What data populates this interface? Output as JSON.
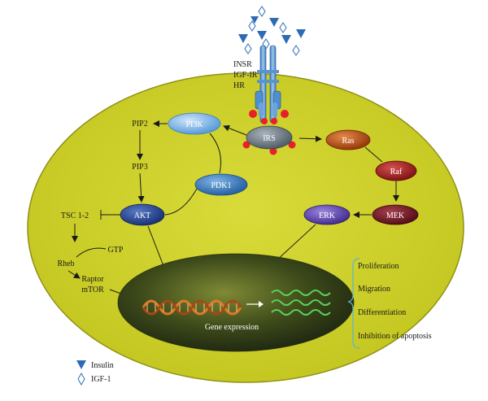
{
  "receptor": {
    "labels": [
      "INSR",
      "IGF-IR",
      "HR"
    ]
  },
  "nodes": {
    "pi3k": "PI3K",
    "irs": "IRS",
    "pdk1": "PDK1",
    "akt": "AKT",
    "ras": "Ras",
    "raf": "Raf",
    "mek": "MEK",
    "erk": "ERK"
  },
  "metabolites": {
    "pip2": "PIP2",
    "pip3": "PIP3",
    "tsc": "TSC 1-2",
    "gtp": "GTP",
    "rheb": "Rheb",
    "raptor": "Raptor",
    "mtor": "mTOR"
  },
  "nucleus": {
    "label": "Gene expression"
  },
  "outcomes": [
    "Proliferation",
    "Migration",
    "Differentiation",
    "Inhibition of apoptosis"
  ],
  "legend": {
    "insulin": "Insulin",
    "igf": "IGF-1"
  },
  "colors": {
    "cell_fill": "#cfd12c",
    "cell_stroke": "#8a8c16",
    "ligand": "#2e6bb5",
    "pi3k": "#7fb8e8",
    "irs": "#5f6e78",
    "pdk1": "#2f6fb0",
    "akt": "#1f3f8c",
    "ras": "#b5480f",
    "raf": "#9c1c1c",
    "mek": "#6b1420",
    "erk": "#5a3fa8",
    "phospho": "#e8202a",
    "nucleus": "#3a4a1e",
    "bracket": "#5ab4d8"
  }
}
